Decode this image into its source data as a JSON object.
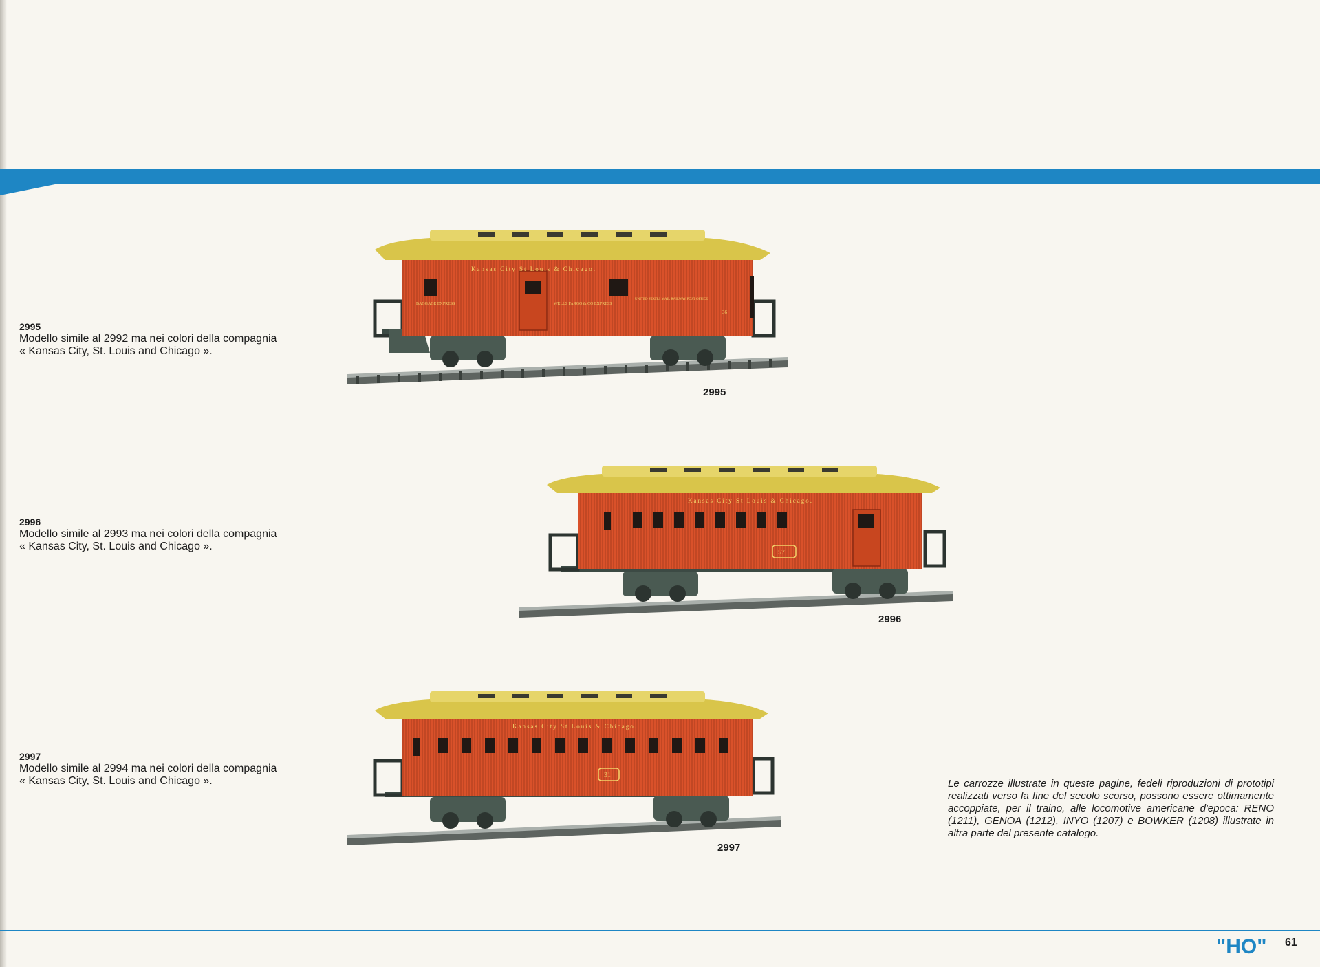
{
  "items": [
    {
      "code": "2995",
      "description": "Modello simile al 2992 ma nei colori della compagnia",
      "company": "« Kansas City, St. Louis and Chicago ».",
      "photo_label": "2995",
      "car_type": "baggage-mail",
      "roof_lettering": "Kansas City St Louis & Chicago.",
      "side_texts": [
        "BAGGAGE EXPRESS",
        "WELLS FARGO & CO EXPRESS",
        "UNITED STATES MAIL RAILWAY POST OFFICE"
      ],
      "car_number": "36"
    },
    {
      "code": "2996",
      "description": "Modello simile al 2993 ma nei colori della compagnia",
      "company": "« Kansas City, St. Louis and Chicago ».",
      "photo_label": "2996",
      "car_type": "combine",
      "roof_lettering": "Kansas City St Louis & Chicago.",
      "car_number": "57"
    },
    {
      "code": "2997",
      "description": "Modello simile al 2994 ma nei colori della compagnia",
      "company": "« Kansas City, St. Louis and Chicago ».",
      "photo_label": "2997",
      "car_type": "coach",
      "roof_lettering": "Kansas City St Louis & Chicago.",
      "car_number": "31"
    }
  ],
  "note": "Le carrozze illustrate in queste pagine, fedeli riproduzioni di prototipi realizzati verso la fine del secolo scorso, possono essere ottimamente accoppiate, per il traino, alle locomotive americane d'epoca: RENO (1211), GENOA (1212), INYO (1207) e BOWKER (1208) illustrate in altra parte del presente catalogo.",
  "footer": {
    "scale": "\"HO\"",
    "page_number": "61"
  },
  "colors": {
    "band": "#1e86c4",
    "car_body": "#d9512a",
    "roof": "#d9c54a",
    "undercarriage": "#3c4a44"
  }
}
